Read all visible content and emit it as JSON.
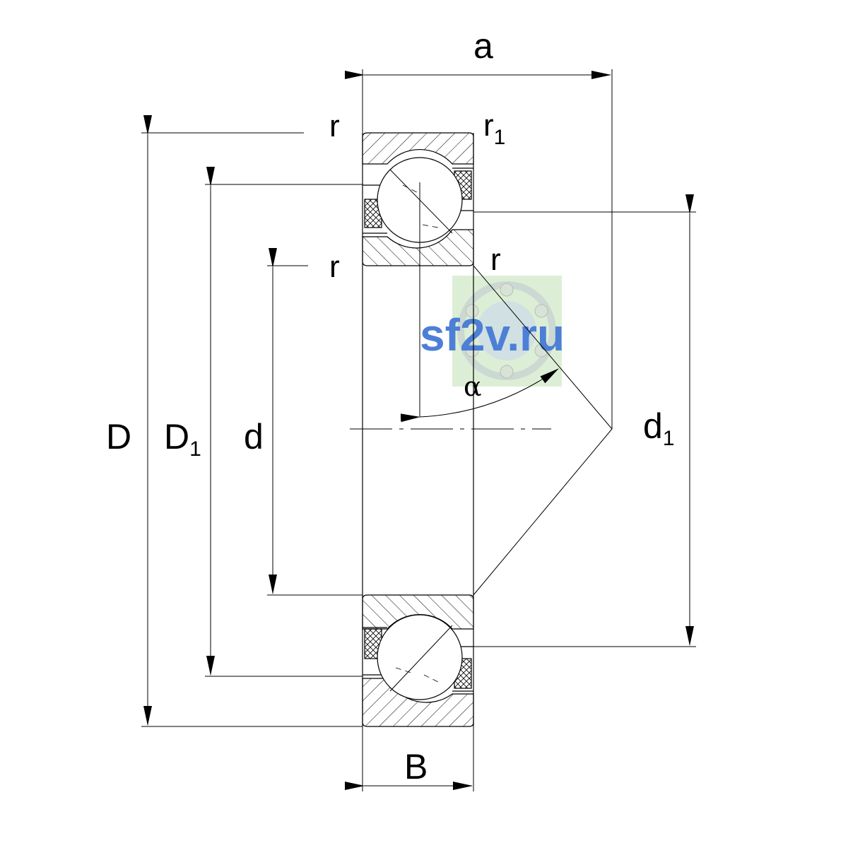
{
  "labels": {
    "a": "a",
    "r_top_left": "r",
    "r1": {
      "main": "r",
      "sub": "1"
    },
    "r_inner_left": "r",
    "r_inner_right": "r",
    "alpha": "α",
    "D": "D",
    "D1": {
      "main": "D",
      "sub": "1"
    },
    "d": "d",
    "d1": {
      "main": "d",
      "sub": "1"
    },
    "B": "B"
  },
  "watermark": {
    "text": "sf2v.ru",
    "text_color": "#4d7fd6",
    "badge_color": "#dcefd6",
    "icon": "bearing-icon"
  },
  "colors": {
    "line": "#000000",
    "background": "#ffffff"
  }
}
